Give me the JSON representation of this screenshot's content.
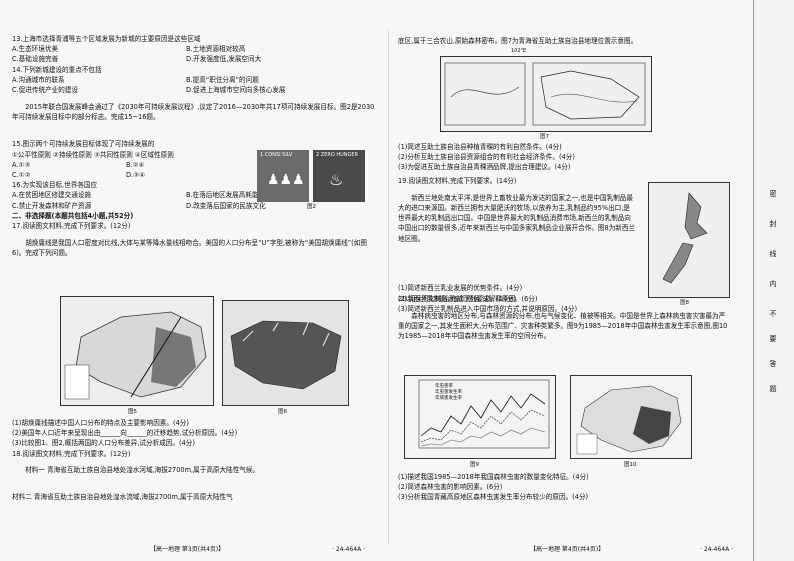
{
  "left": {
    "lines": [
      "13.上海市选择青浦等五个区域发展为新城的主要原因是这些区域",
      "14.下列新城建设的重点不包括",
      "2015年联合国发展峰会通过了《2030年可持续发展议程》,议定了2016—2030年共17项可持续发展目标。图2是2030年可持续发展目标中的部分标志。完成15~16题。",
      "15.图示两个可持续发展目标体现了可持续发展的",
      "①公平性原则  ②持续性原则  ③共同性原则  ④区域性原则",
      "16.为实现该目标,世界各国应",
      "二、非选择题(本题共包括4小题,共52分)",
      "17.阅读图文材料,完成下列要求。(12分)",
      "胡焕庸线是我国人口密度对比线,大体与某等降水量线相吻合。美国的人口分布呈“U”字型,被称为“美国胡焕庸线”(如图6)。完成下列问题。",
      "(1)胡焕庸线描述中国人口分布的特点及主要影响因素。(4分)",
      "(2)美国年人口近年来呈现出由______向______的迁移趋势,试分析原因。(4分)",
      "(3)比较图1、图2,概括两国的人口分布差异,试分析成因。(4分)",
      "18.阅读图文材料,完成下列要求。(12分)",
      "材料一  青海省互助土族自治县地处湟水河域,海拔2700m,属于高原大陆性气候。",
      "材料二  青海省互助土族自治县地处湟水流域,海拔2700m,属于高原大陆性气"
    ],
    "q13": [
      "A.生态环境优美",
      "B.土地资源相对较高",
      "C.基础设施完善",
      "D.开发强度低,发展空间大"
    ],
    "q14": [
      "A.沟通城市的联系",
      "B.提高“职住分离”的问题",
      "C.促进传统产业的建设",
      "D.促进上海城市空间向多核心发展"
    ],
    "q15": [
      "A.①③",
      "B.②④",
      "C.①②",
      "D.③④"
    ],
    "q16": [
      "A.在贫困地区修建交通设施",
      "B.在落后地区发展高耗能产业",
      "C.禁止开发森林和矿产资源",
      "D.改变落后国家的民族文化"
    ],
    "fig2": {
      "label1": "1 CONSI SILV",
      "label2": "2 ZERO HUNGER",
      "caption": "图2"
    },
    "fig5_caption": "图5",
    "fig6_caption": "图6",
    "footer": "【高一地理  第3页(共4页)】",
    "code": "· 24-464A ·"
  },
  "right": {
    "top_line": "底区,属于三合农山,原始森林密布。图7为青海省互助土族自治县地理位置示意图。",
    "lines": [
      "(1)简述互助土族自治县种植青稞的有利自然条件。(4分)",
      "(2)分析互助土族自治县资源组合的有利社会经济条件。(4分)",
      "(3)为促进互助土族自治县青稞酒品牌,提出合理建议。(4分)",
      "19.阅读图文材料,完成下列要求。(14分)",
      "新西兰地处南太平洋,是世界上畜牧业最为发达的国家之一,也是中国乳制品最大的进口来源国。新西兰拥有大量肥沃的牧场,以放养为主,乳制品约95%出口,是世界最大的乳制品出口国。中国是世界最大的乳制品消费市场,新西兰的乳制品向中国出口的数量很多,近年来新西兰与中国多家乳制品企业展开合作。图8为新西兰地区图。",
      "(1)简述新西兰乳业发展的优势条件。(4分)",
      "(2)新西兰乳制品运输比航运,试解释原因。(6分)",
      "(3)简述新西兰乳制品进入中国市场的方式,并说明原因。(4分)",
      "20.阅读图文材料,完成下列要求。(14分)",
      "森林病虫害的地区分布,与森林资源的分布,也与气候变化、植被等相关。中国是世界上森林病虫害灾害最为严重的国家之一,其发生面积大,分布范围广、灾害种类繁多。图9为1985—2018年中国森林虫害发生率示意图,图10为1985—2018年中国森林虫害发生率的空间分布。",
      "(1)描述我国1985—2018年我国森林虫害的数量变化特征。(4分)",
      "(2)简述森林虫害的影响因素。(6分)",
      "(3)分析我国青藏高原地区森林虫害发生率分布较少的原因。(4分)"
    ],
    "fig7_caption": "图7",
    "fig8_caption": "图8",
    "fig9_caption": "图9",
    "fig10_caption": "图10",
    "fig7_label": "102°E",
    "fig9_legend": [
      "年虫害率",
      "年虫害发生率",
      "年病害发生率"
    ],
    "footer": "【高一地理  第4页(共4页)】",
    "code": "· 24-464A ·"
  },
  "sidebar": {
    "words": [
      "密",
      "封",
      "线",
      "内",
      "不",
      "要",
      "答",
      "题"
    ]
  }
}
